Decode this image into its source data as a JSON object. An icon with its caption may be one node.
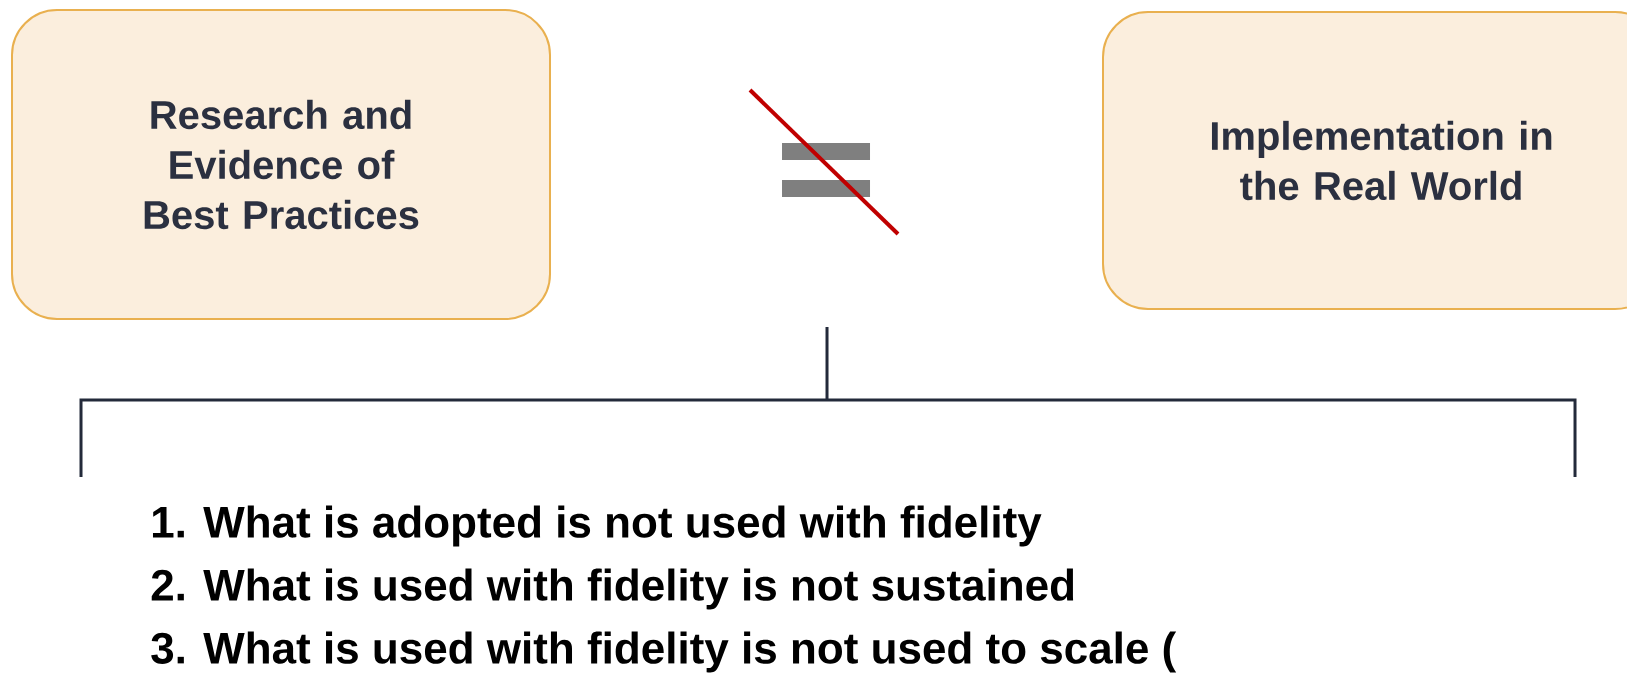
{
  "diagram": {
    "nodes": [
      {
        "text": [
          "Research and Evidence of Best Practices"
        ]
      },
      {
        "text": [
          "Implementation in the Real World"
        ]
      }
    ],
    "labels": [
      "1.  What is adopted is not used with fidelity",
      "2.  What is used with fidelity is not sustained",
      "3.  What is used with fidelity is not used to scale ("
    ]
  }
}
